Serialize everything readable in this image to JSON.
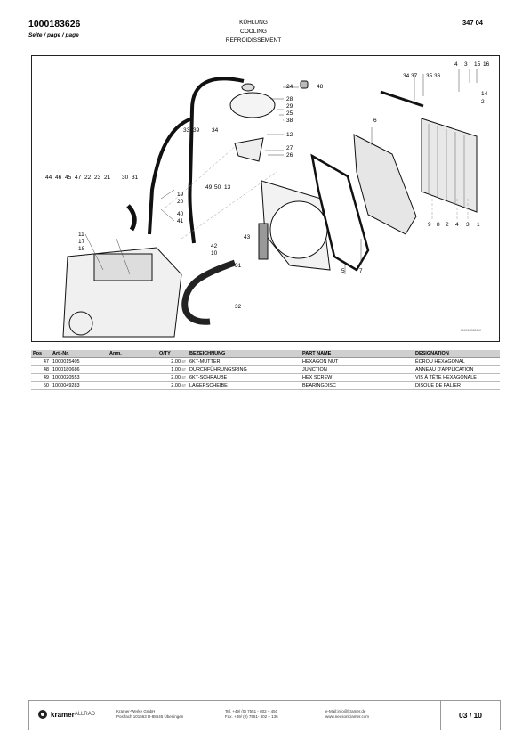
{
  "header": {
    "doc_number": "1000183626",
    "page_label": "Seite / page / page",
    "title_de": "KÜHLUNG",
    "title_en": "COOLING",
    "title_fr": "REFROIDISSEMENT",
    "group_number": "347 04"
  },
  "drawing": {
    "code": "1000183626.tif",
    "callouts": [
      "24",
      "48",
      "28",
      "29",
      "25",
      "38",
      "12",
      "27",
      "26",
      "34",
      "37",
      "35",
      "36",
      "4",
      "3",
      "15",
      "16",
      "14",
      "2",
      "6",
      "33",
      "39",
      "34",
      "49",
      "50",
      "13",
      "44",
      "46",
      "45",
      "47",
      "22",
      "23",
      "21",
      "30",
      "31",
      "19",
      "20",
      "40",
      "41",
      "11",
      "17",
      "18",
      "42",
      "10",
      "43",
      "31",
      "32",
      "5",
      "7",
      "9",
      "8",
      "2",
      "4",
      "3",
      "1"
    ]
  },
  "parts_table": {
    "columns": [
      "Pos",
      "Art.-Nr.",
      "Anm.",
      "Q/TY",
      "BEZEICHNUNG",
      "PART NAME",
      "DESIGNATION"
    ],
    "rows": [
      {
        "pos": "47",
        "art": "1000015405",
        "anm": "",
        "qty": "2,00",
        "unit": "ST",
        "de": "6KT-MUTTER",
        "en": "HEXAGON NUT",
        "fr": "ÉCROU HEXAGONAL"
      },
      {
        "pos": "48",
        "art": "1000180686",
        "anm": "",
        "qty": "1,00",
        "unit": "ST",
        "de": "DURCHFÜHRUNGSRING",
        "en": "JUNCTION",
        "fr": "ANNEAU D'APPLICATION"
      },
      {
        "pos": "49",
        "art": "1000020553",
        "anm": "",
        "qty": "2,00",
        "unit": "ST",
        "de": "6KT-SCHRAUBE",
        "en": "HEX SCREW",
        "fr": "VIS À TÊTE HEXAGONALE"
      },
      {
        "pos": "50",
        "art": "1000049283",
        "anm": "",
        "qty": "2,00",
        "unit": "ST",
        "de": "LAGERSCHEIBE",
        "en": "BEARINGDISC",
        "fr": "DISQUE DE PALIER"
      }
    ]
  },
  "footer": {
    "logo_text": "kramer",
    "logo_suffix": "ALLRAD",
    "company_line1": "Kramer-Werke GmbH",
    "company_line2": "Postfach 101563 D-88645 Überlingen",
    "tel": "Tel. +49/ (0) 7551 - 802 – 450",
    "fax": "Fax. +49/ (0) 7551- 802 – 136",
    "email": "e-Mail:info@kramer.de",
    "web": "www.neusonkramer.com",
    "page_count": "03 / 10"
  }
}
